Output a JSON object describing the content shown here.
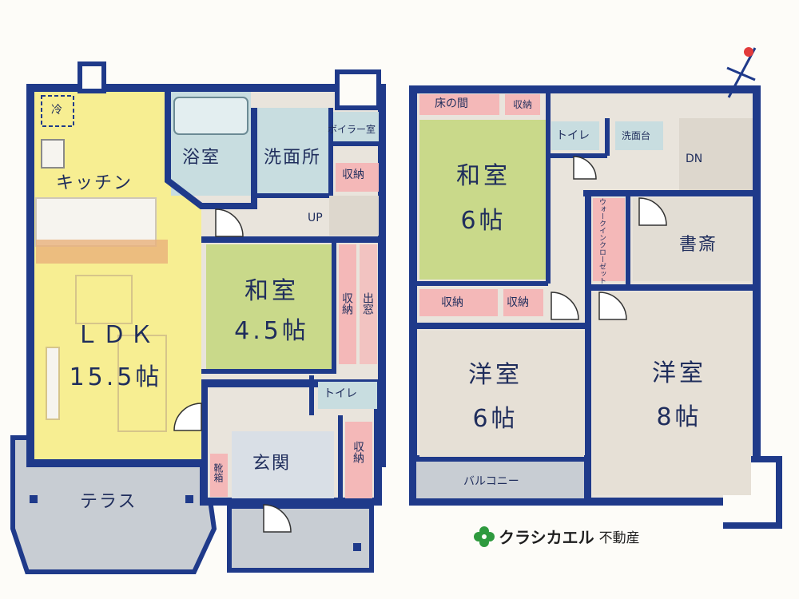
{
  "floor1": {
    "rooms": {
      "ldk": "ＬＤＫ",
      "ldk_size": "15.5帖",
      "kitchen": "キッチン",
      "bath": "浴室",
      "washroom": "洗面所",
      "boiler": "ボイラー室",
      "storage_stair": "収納",
      "up": "UP",
      "washitsu": "和室",
      "washitsu_size": "4.5帖",
      "storage_side": "収納",
      "demado": "出窓",
      "toilet": "トイレ",
      "entrance": "玄関",
      "shoe_box": "靴箱",
      "storage_entrance": "収納",
      "terrace": "テラス",
      "fridge": "冷"
    }
  },
  "floor2": {
    "rooms": {
      "tokonoma": "床の間",
      "storage_top": "収納",
      "toilet": "トイレ",
      "sink": "洗面台",
      "dn": "DN",
      "washitsu": "和室",
      "washitsu_size": "6帖",
      "walkin": "ウォークインクローゼット",
      "study": "書斎",
      "storage_left": "収納",
      "storage_mid": "収納",
      "youshitsu_a": "洋室",
      "youshitsu_a_size": "6帖",
      "youshitsu_b": "洋室",
      "youshitsu_b_size": "8帖",
      "balcony": "バルコニー"
    }
  },
  "brand": {
    "name": "クラシカエル",
    "suffix": "不動産"
  },
  "colors": {
    "wall": "#1f3a8a",
    "ldk": "#f7ee92",
    "tatami": "#c9d98a",
    "wet": "#c8dde0",
    "storage": "#f4b8b8",
    "floor": "#e9e4dc",
    "exterior": "#c8cdd3",
    "brand_green": "#2e9a3e"
  }
}
